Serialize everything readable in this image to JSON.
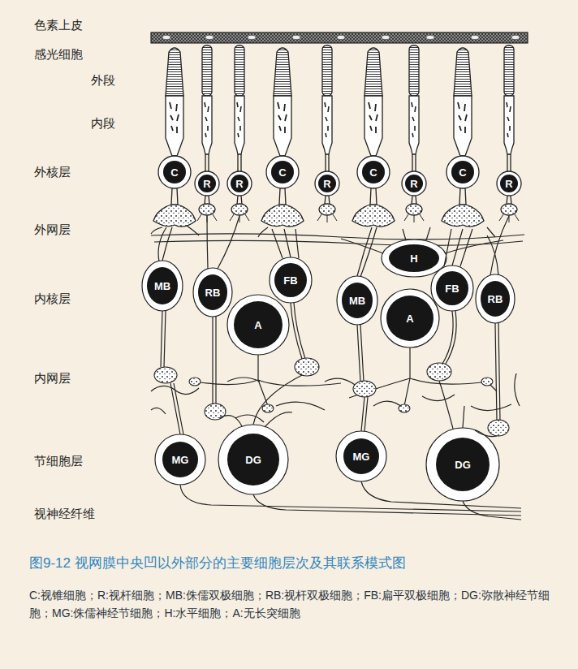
{
  "diagram": {
    "caption": "图9-12 视网膜中央凹以外部分的主要细胞层次及其联系模式图",
    "nodes": [
      {
        "text": [
          "C"
        ]
      },
      {
        "text": [
          "R"
        ]
      },
      {
        "text": [
          "R"
        ]
      },
      {
        "text": [
          "C"
        ]
      },
      {
        "text": [
          "R"
        ]
      },
      {
        "text": [
          "C"
        ]
      },
      {
        "text": [
          "R"
        ]
      },
      {
        "text": [
          "C"
        ]
      },
      {
        "text": [
          "R"
        ]
      },
      {
        "text": [
          "H"
        ]
      },
      {
        "text": [
          "MB"
        ]
      },
      {
        "text": [
          "RB"
        ]
      },
      {
        "text": [
          "A"
        ]
      },
      {
        "text": [
          "FB"
        ]
      },
      {
        "text": [
          "MB"
        ]
      },
      {
        "text": [
          "A"
        ]
      },
      {
        "text": [
          "FB"
        ]
      },
      {
        "text": [
          "RB"
        ]
      },
      {
        "text": [
          "MG"
        ]
      },
      {
        "text": [
          "DG"
        ]
      },
      {
        "text": [
          "MG"
        ]
      },
      {
        "text": [
          "DG"
        ]
      }
    ],
    "labels": [
      "色素上皮",
      "感光细胞",
      "外段",
      "内段",
      "外核层",
      "外网层",
      "内核层",
      "内网层",
      "节细胞层",
      "视神经纤维",
      "C:视锥细胞；R:视杆细胞；MB:侏儒双极细胞；RB:视杆双极细胞；FB:扁平双极细胞；DG:弥散神经节细胞；MG:侏儒神经节细胞；H:水平细胞；A:无长突细胞"
    ]
  }
}
